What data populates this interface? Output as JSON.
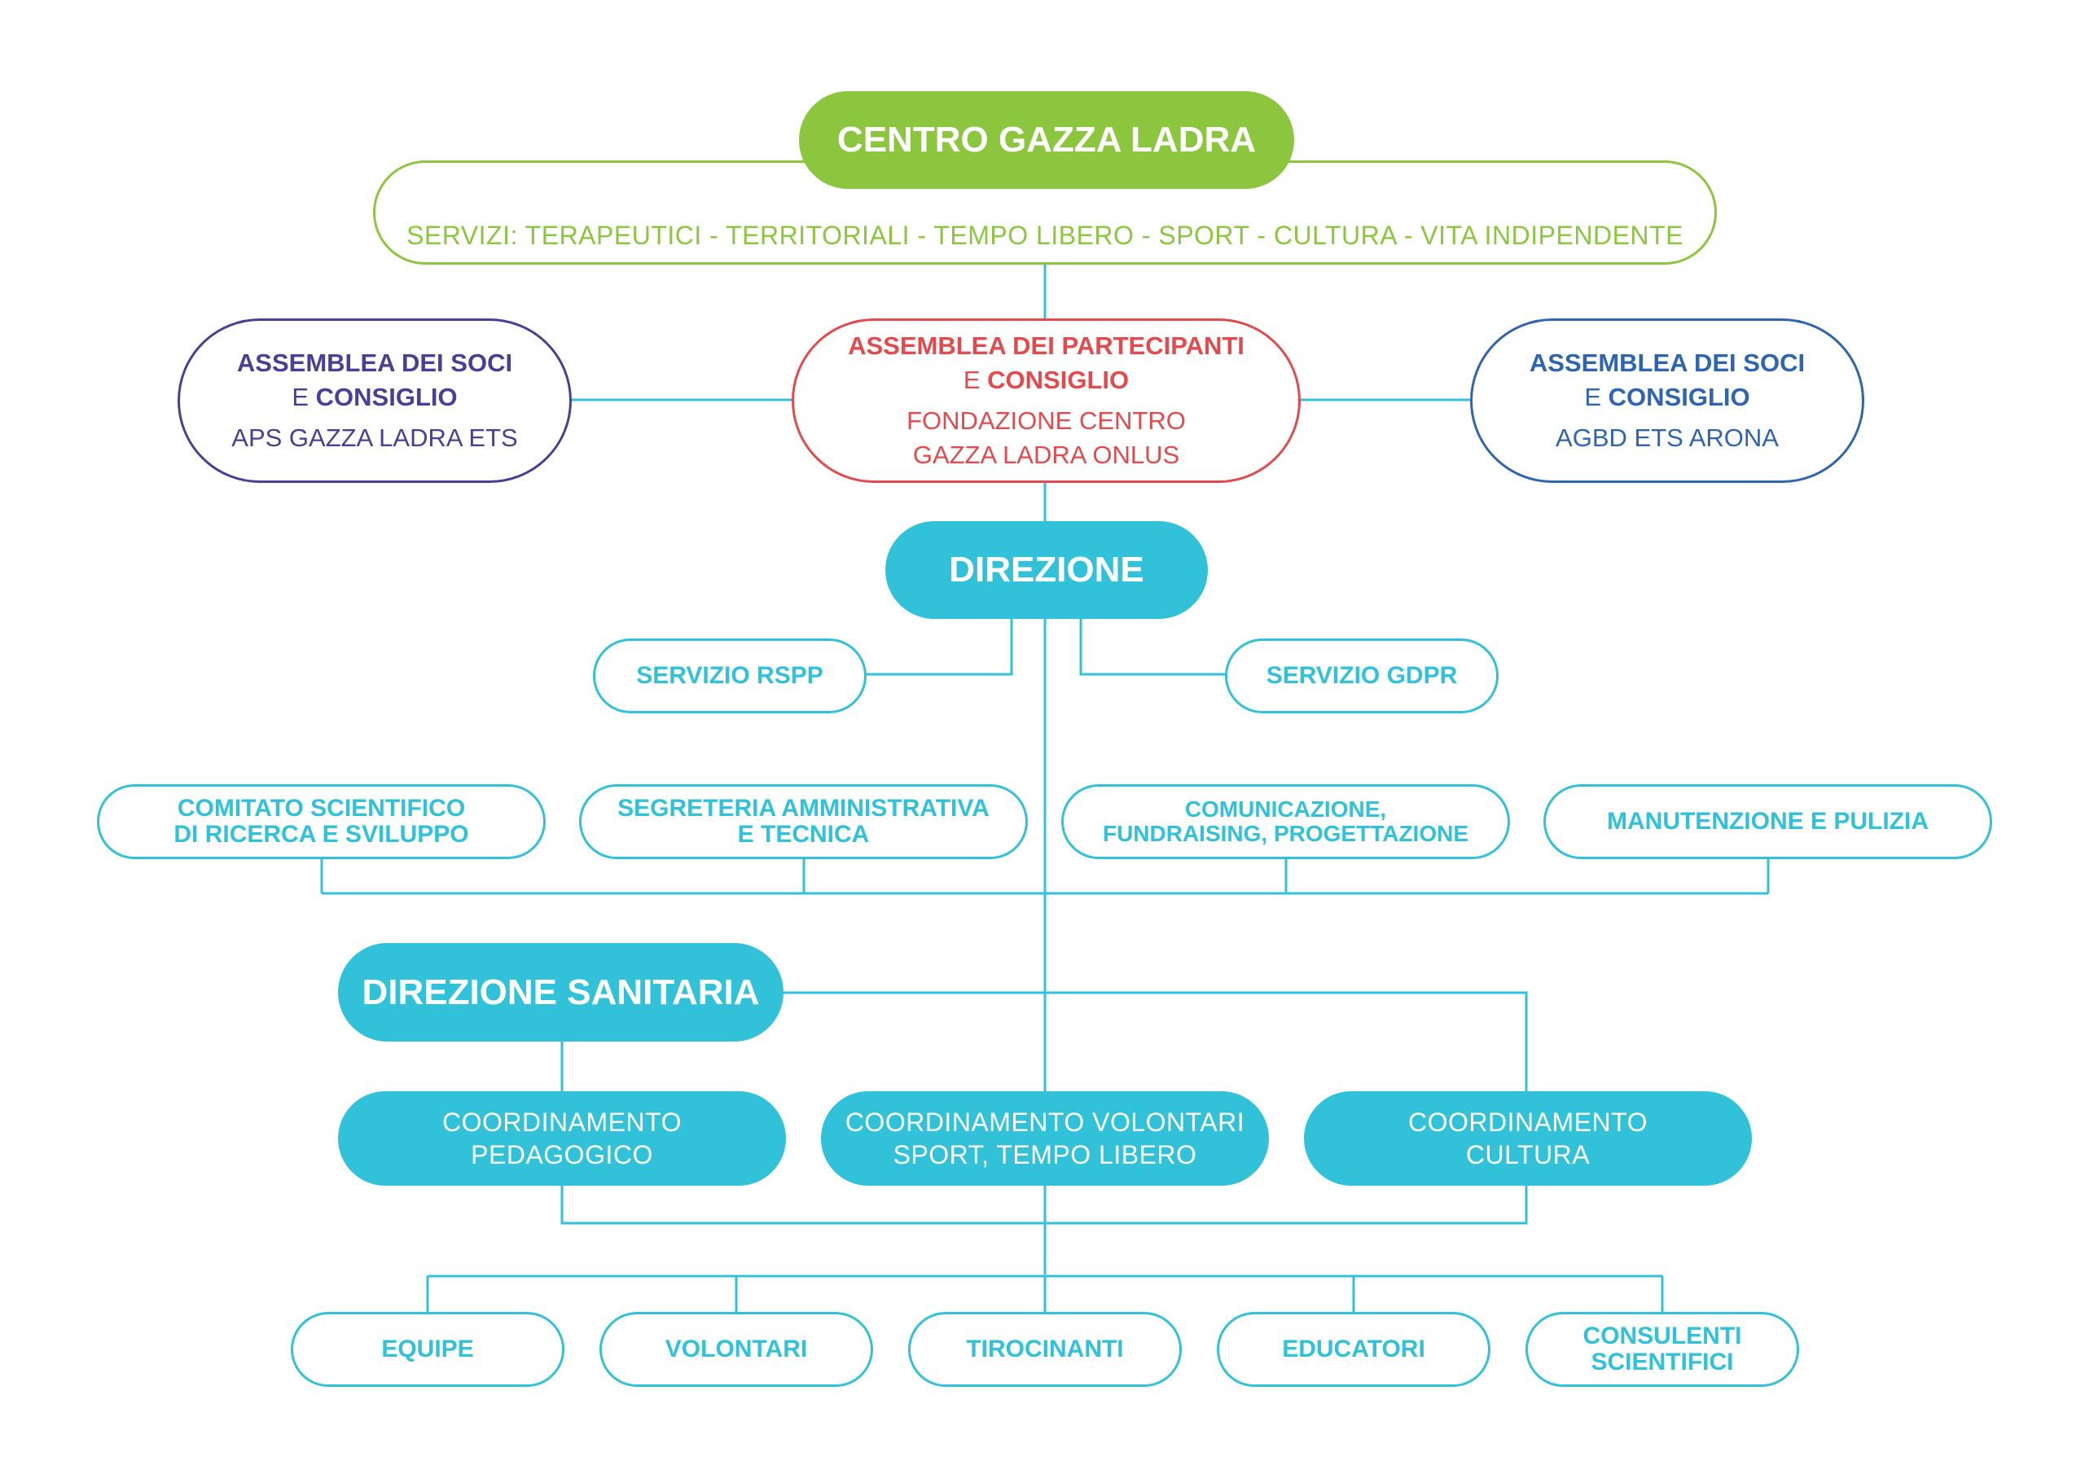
{
  "colors": {
    "teal": "#31c1d8",
    "green": "#8cc63f",
    "red": "#e24a4d",
    "purple": "#4a3f96",
    "blue": "#2e64b0"
  },
  "top": {
    "title": "CENTRO GAZZA LADRA",
    "services": "SERVIZI: TERAPEUTICI - TERRITORIALI - TEMPO LIBERO - SPORT - CULTURA - VITA INDIPENDENTE"
  },
  "assemblies": {
    "left": {
      "line1": "ASSEMBLEA DEI SOCI",
      "conj": "E ",
      "line2": "CONSIGLIO",
      "org": "APS GAZZA LADRA ETS"
    },
    "center": {
      "line1": "ASSEMBLEA DEI PARTECIPANTI",
      "conj": "E ",
      "line2": "CONSIGLIO",
      "org1": "FONDAZIONE CENTRO",
      "org2": "GAZZA LADRA ONLUS"
    },
    "right": {
      "line1": "ASSEMBLEA DEI SOCI",
      "conj": "E ",
      "line2": "CONSIGLIO",
      "org": "AGBD ETS ARONA"
    }
  },
  "direzione": "DIREZIONE",
  "services_boxes": {
    "rspp": "SERVIZIO RSPP",
    "gdpr": "SERVIZIO GDPR"
  },
  "staff": [
    {
      "line1": "COMITATO SCIENTIFICO",
      "line2": "DI RICERCA E SVILUPPO"
    },
    {
      "line1": "SEGRETERIA AMMINISTRATIVA",
      "line2": "E TECNICA"
    },
    {
      "line1": "COMUNICAZIONE,",
      "line2": "FUNDRAISING, PROGETTAZIONE"
    },
    {
      "line1": "MANUTENZIONE E PULIZIA",
      "line2": ""
    }
  ],
  "direzione_sanitaria": "DIREZIONE SANITARIA",
  "coordinamenti": [
    {
      "line1": "COORDINAMENTO",
      "line2": "PEDAGOGICO"
    },
    {
      "line1": "COORDINAMENTO VOLONTARI",
      "line2": "SPORT, TEMPO LIBERO"
    },
    {
      "line1": "COORDINAMENTO",
      "line2": "CULTURA"
    }
  ],
  "bottom": [
    {
      "line1": "EQUIPE",
      "line2": ""
    },
    {
      "line1": "VOLONTARI",
      "line2": ""
    },
    {
      "line1": "TIROCINANTI",
      "line2": ""
    },
    {
      "line1": "EDUCATORI",
      "line2": ""
    },
    {
      "line1": "CONSULENTI",
      "line2": "SCIENTIFICI"
    }
  ]
}
